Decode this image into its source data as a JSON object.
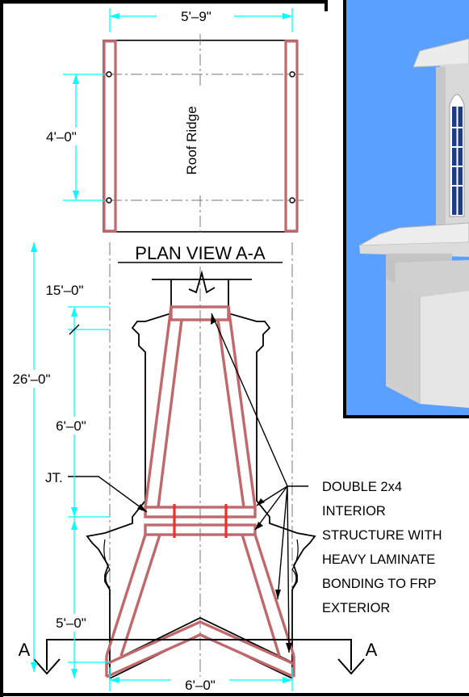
{
  "plan": {
    "width_dim": "5'–9\"",
    "depth_dim": "4'–0\"",
    "ridge_label": "Roof Ridge",
    "title": "PLAN VIEW A-A"
  },
  "elevation": {
    "dims": {
      "overall": "26'–0\"",
      "top": "15'–0\"",
      "middle": "6'–0\"",
      "bottom": "5'–0\"",
      "base_width": "6'–0\""
    },
    "joint_label": "JT.",
    "section_mark_left": "A",
    "section_mark_right": "A"
  },
  "note": {
    "lines": [
      "DOUBLE 2x4",
      "INTERIOR",
      "STRUCTURE WITH",
      "HEAVY LAMINATE",
      "BONDING TO FRP",
      "EXTERIOR"
    ]
  },
  "colors": {
    "dimension": "#00ffff",
    "framing": "#c0686b",
    "connector": "#e8322e",
    "render_background": "#5aa0ff"
  }
}
